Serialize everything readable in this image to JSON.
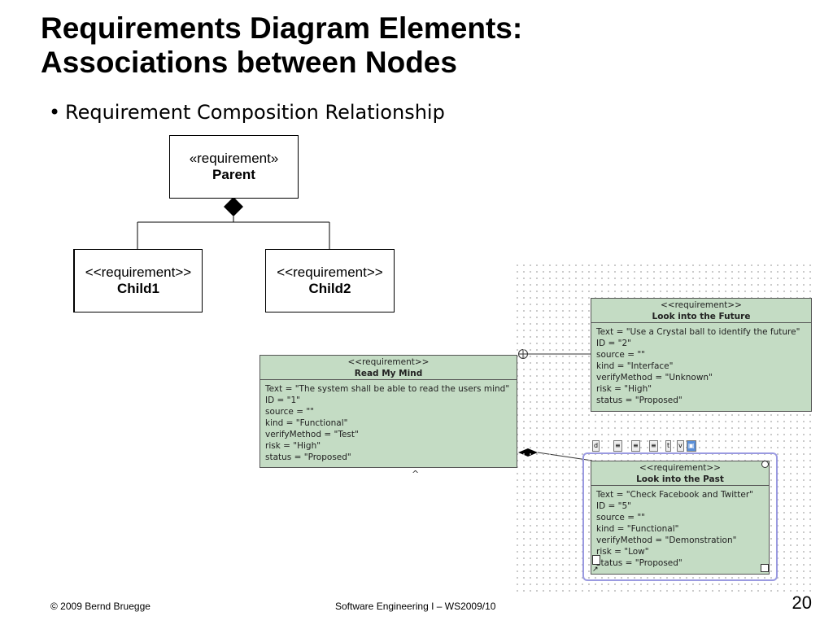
{
  "slide": {
    "title_line1": "Requirements Diagram Elements:",
    "title_line2": "Associations between Nodes",
    "bullet": "Requirement Composition Relationship",
    "footer_left": "© 2009 Bernd Bruegge",
    "footer_center": "Software Engineering I – WS2009/10",
    "page_number": "20"
  },
  "simple_diagram": {
    "parent": {
      "stereotype": "«requirement»",
      "name": "Parent"
    },
    "child1": {
      "stereotype": "<<requirement>>",
      "name": "Child1"
    },
    "child2": {
      "stereotype": "<<requirement>>",
      "name": "Child2"
    }
  },
  "tool_diagram": {
    "read_my_mind": {
      "stereotype": "<<requirement>>",
      "name": "Read My Mind",
      "lines": [
        "Text = \"The system shall be able to read the users mind\"",
        "ID = \"1\"",
        "source = \"\"",
        "kind = \"Functional\"",
        "verifyMethod = \"Test\"",
        "risk = \"High\"",
        "status = \"Proposed\""
      ]
    },
    "look_future": {
      "stereotype": "<<requirement>>",
      "name": "Look into the Future",
      "lines": [
        "Text = \"Use a Crystal ball to identify the future\"",
        "ID = \"2\"",
        "source = \"\"",
        "kind = \"Interface\"",
        "verifyMethod = \"Unknown\"",
        "risk = \"High\"",
        "status = \"Proposed\""
      ]
    },
    "look_past": {
      "stereotype": "<<requirement>>",
      "name": "Look into the Past",
      "lines": [
        "Text = \"Check Facebook and Twitter\"",
        "ID = \"5\"",
        "source = \"\"",
        "kind = \"Functional\"",
        "verifyMethod = \"Demonstration\"",
        "risk = \"Low\"",
        "status = \"Proposed\""
      ]
    },
    "toolbar_labels": [
      "d",
      "≡",
      "≡",
      "≡",
      "t",
      "v",
      "▣"
    ],
    "colors": {
      "node_fill": "#c4dcc4",
      "selection": "#9a9ae0"
    }
  }
}
